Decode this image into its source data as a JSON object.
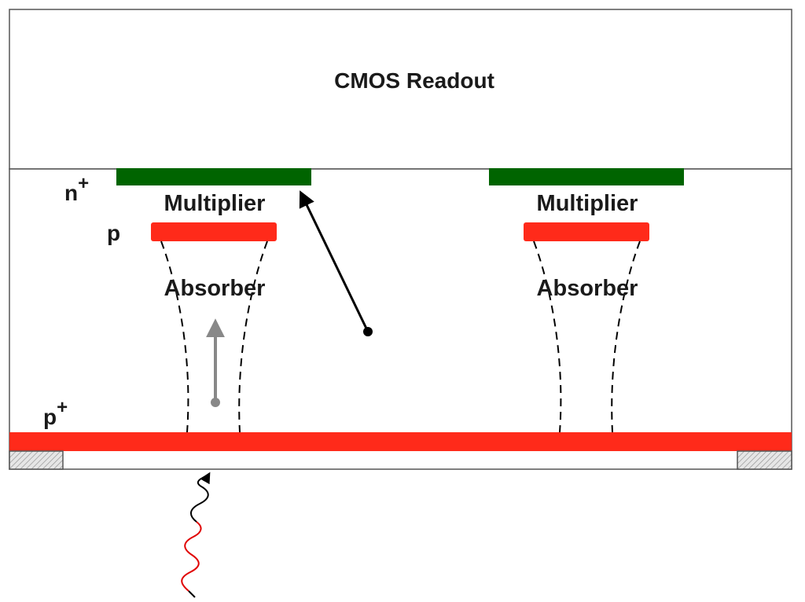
{
  "readout": {
    "label": "CMOS Readout"
  },
  "layers": {
    "n_plus": {
      "base": "n",
      "sup": "+"
    },
    "p": {
      "label": "p"
    },
    "p_plus": {
      "base": "p",
      "sup": "+"
    }
  },
  "pixels": [
    {
      "multiplier_label": "Multiplier",
      "absorber_label": "Absorber"
    },
    {
      "multiplier_label": "Multiplier",
      "absorber_label": "Absorber"
    }
  ],
  "colors": {
    "n_plus_contact": "#006400",
    "p_layer": "#ff2a1a",
    "p_plus_layer": "#ff2a1a",
    "outline": "#555555",
    "electron_path": "#888888",
    "hole_path": "#000000",
    "photon_incident": "#e00000",
    "photon_tail": "#000000"
  },
  "icons": {
    "photon": "wavy-arrow-icon",
    "electron": "dot-arrow-icon",
    "contact": "hatched-pad-icon"
  }
}
